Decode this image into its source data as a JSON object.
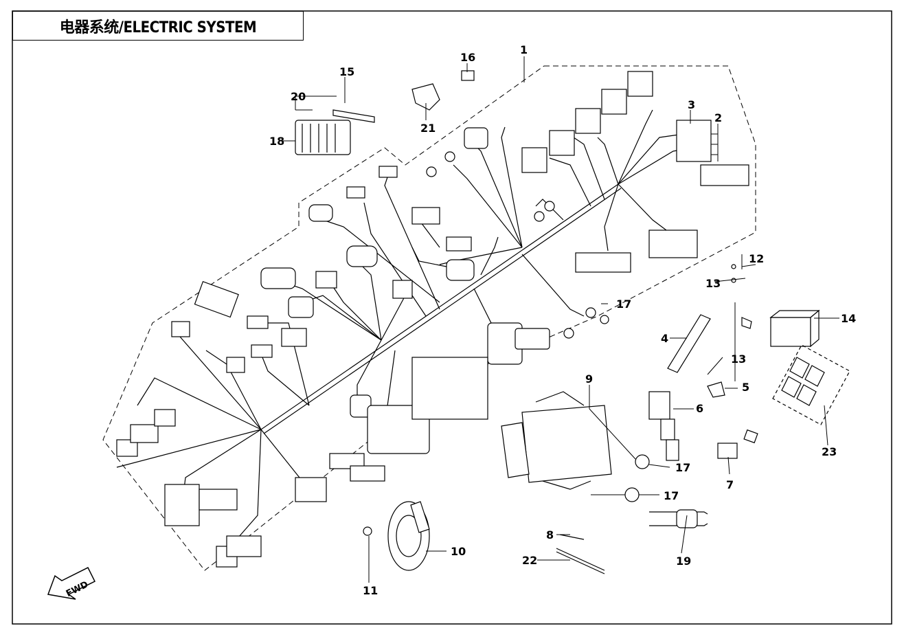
{
  "title": "电器系统/ELECTRIC SYSTEM",
  "fwd_label": "FWD",
  "callouts": [
    "1",
    "2",
    "3",
    "4",
    "5",
    "6",
    "7",
    "8",
    "9",
    "10",
    "11",
    "12",
    "13",
    "13",
    "14",
    "15",
    "16",
    "17",
    "17",
    "17",
    "18",
    "19",
    "20",
    "21",
    "22",
    "23"
  ]
}
